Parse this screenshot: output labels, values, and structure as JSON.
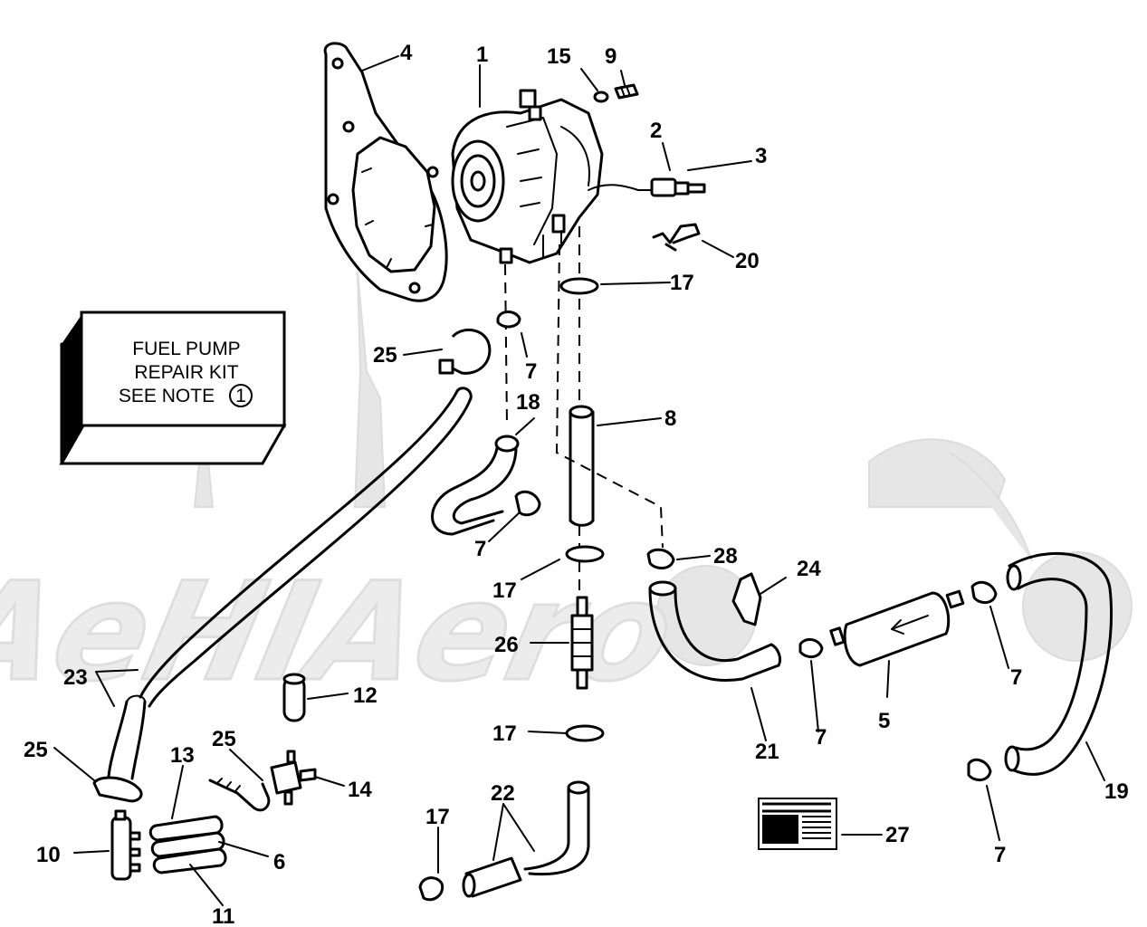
{
  "kit_box": {
    "line1": "FUEL PUMP",
    "line2": "REPAIR KIT",
    "line3": "SEE NOTE",
    "note_number": "1"
  },
  "callouts": {
    "c1": "1",
    "c2": "2",
    "c3": "3",
    "c4": "4",
    "c5": "5",
    "c6": "6",
    "c7a": "7",
    "c7b": "7",
    "c7c": "7",
    "c7d": "7",
    "c7e": "7",
    "c8": "8",
    "c9": "9",
    "c10": "10",
    "c11": "11",
    "c12": "12",
    "c13": "13",
    "c14": "14",
    "c15": "15",
    "c17a": "17",
    "c17b": "17",
    "c17c": "17",
    "c17d": "17",
    "c18": "18",
    "c19": "19",
    "c20": "20",
    "c21": "21",
    "c22": "22",
    "c23": "23",
    "c24": "24",
    "c25a": "25",
    "c25b": "25",
    "c25c": "25",
    "c26": "26",
    "c27": "27",
    "c28": "28"
  }
}
